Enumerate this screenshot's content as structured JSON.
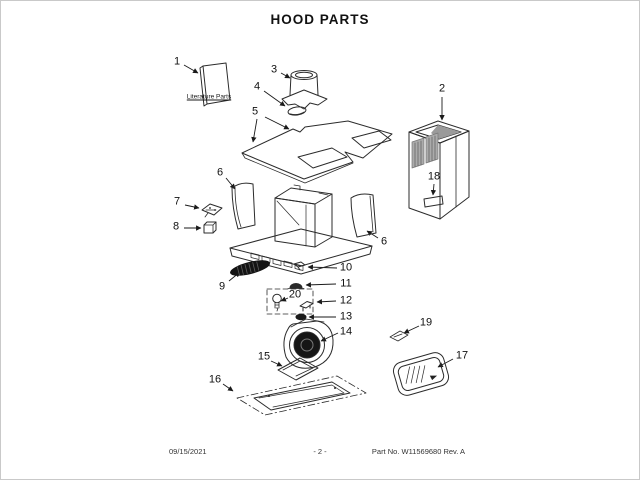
{
  "page": {
    "title": "HOOD PARTS",
    "footer": {
      "date": "09/15/2021",
      "page": "- 2 -",
      "part_no": "Part No. W11569680  Rev. A"
    }
  },
  "diagram": {
    "literature_label": "Literature Parts",
    "callouts": [
      {
        "label": "1"
      },
      {
        "label": "2"
      },
      {
        "label": "3"
      },
      {
        "label": "4"
      },
      {
        "label": "5"
      },
      {
        "label": "6"
      },
      {
        "label": "6"
      },
      {
        "label": "7"
      },
      {
        "label": "8"
      },
      {
        "label": "9"
      },
      {
        "label": "10"
      },
      {
        "label": "11"
      },
      {
        "label": "12"
      },
      {
        "label": "13"
      },
      {
        "label": "14"
      },
      {
        "label": "15"
      },
      {
        "label": "16"
      },
      {
        "label": "17"
      },
      {
        "label": "18"
      },
      {
        "label": "19"
      },
      {
        "label": "20"
      }
    ]
  }
}
